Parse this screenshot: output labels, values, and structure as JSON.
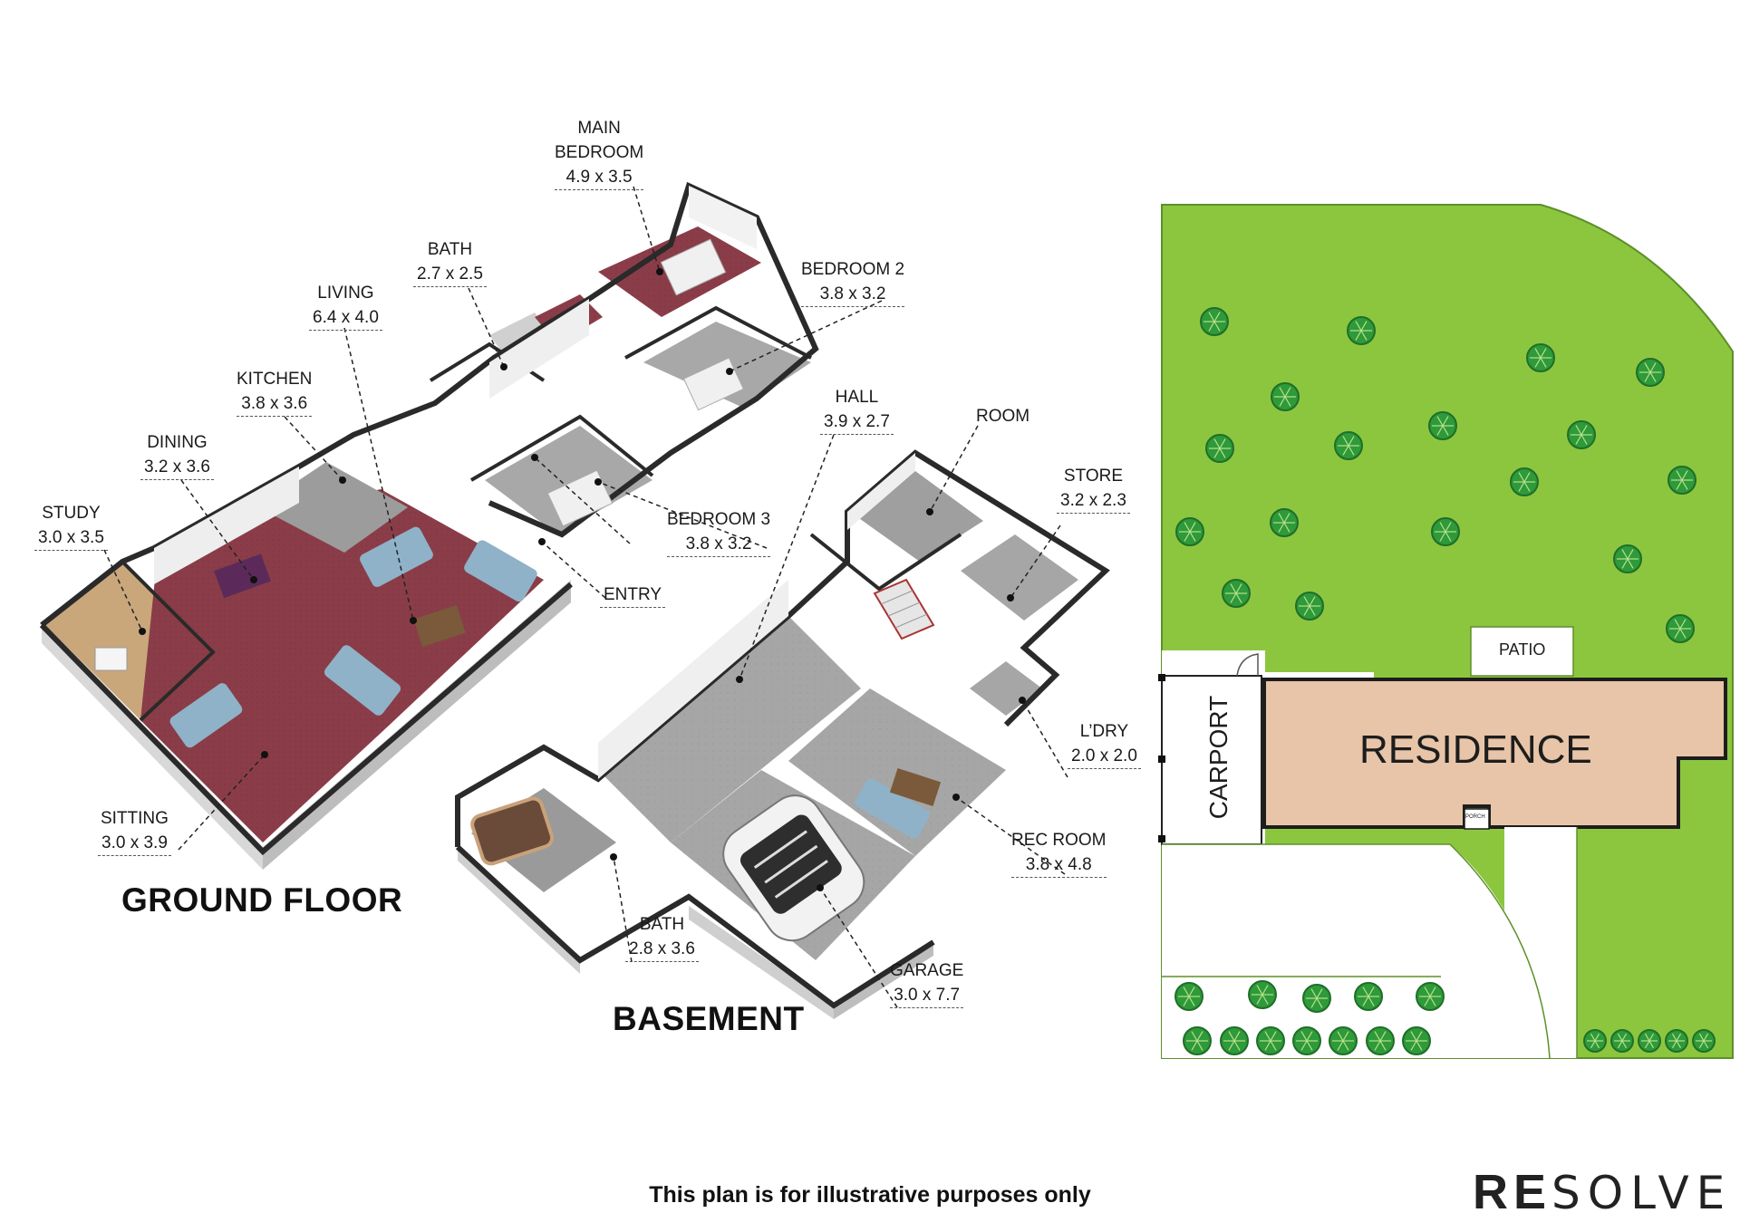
{
  "headings": {
    "ground": "GROUND FLOOR",
    "basement": "BASEMENT"
  },
  "rooms": {
    "main_bedroom": {
      "name1": "MAIN",
      "name2": "BEDROOM",
      "dim": "4.9 x 3.5"
    },
    "bath_ground": {
      "name": "BATH",
      "dim": "2.7 x 2.5"
    },
    "bedroom2": {
      "name": "BEDROOM 2",
      "dim": "3.8 x 3.2"
    },
    "living": {
      "name": "LIVING",
      "dim": "6.4 x 4.0"
    },
    "kitchen": {
      "name": "KITCHEN",
      "dim": "3.8 x 3.6"
    },
    "dining": {
      "name": "DINING",
      "dim": "3.2 x 3.6"
    },
    "study": {
      "name": "STUDY",
      "dim": "3.0 x 3.5"
    },
    "bedroom3": {
      "name": "BEDROOM 3",
      "dim": "3.8 x 3.2"
    },
    "entry": {
      "name": "ENTRY"
    },
    "sitting": {
      "name": "SITTING",
      "dim": "3.0 x 3.9"
    },
    "hall": {
      "name": "HALL",
      "dim": "3.9  x 2.7"
    },
    "room": {
      "name": "ROOM"
    },
    "store": {
      "name": "STORE",
      "dim": "3.2  x 2.3"
    },
    "laundry": {
      "name": "L’DRY",
      "dim": "2.0 x 2.0"
    },
    "rec_room": {
      "name": "REC ROOM",
      "dim": "3.8 x 4.8"
    },
    "bath_basement": {
      "name": "BATH",
      "dim": "2.8 x 3.6"
    },
    "garage": {
      "name": "GARAGE",
      "dim": "3.0 x 7.7"
    }
  },
  "site": {
    "residence": "RESIDENCE",
    "carport": "CARPORT",
    "patio": "PATIO",
    "porch": "PORCH"
  },
  "footer": {
    "disclaimer": "This plan is for illustrative purposes only"
  },
  "logo": {
    "re": "RE",
    "solve": "SOLVE"
  },
  "colors": {
    "lawn": "#8cc63f",
    "lawn_edge": "#5e8f2a",
    "residence": "#e8c5a8",
    "floor_carpet": "#8a3d48",
    "floor_concrete": "#a3a3a3",
    "floor_wood": "#c9a77b",
    "wall_top": "#2a2a2a",
    "wall_face": "#e9e9e9",
    "tree": "#2e9a3a"
  },
  "icons": [
    "tree-icon",
    "bed-icon",
    "sofa-icon",
    "car-icon",
    "stair-icon",
    "spa-icon",
    "table-icon"
  ]
}
